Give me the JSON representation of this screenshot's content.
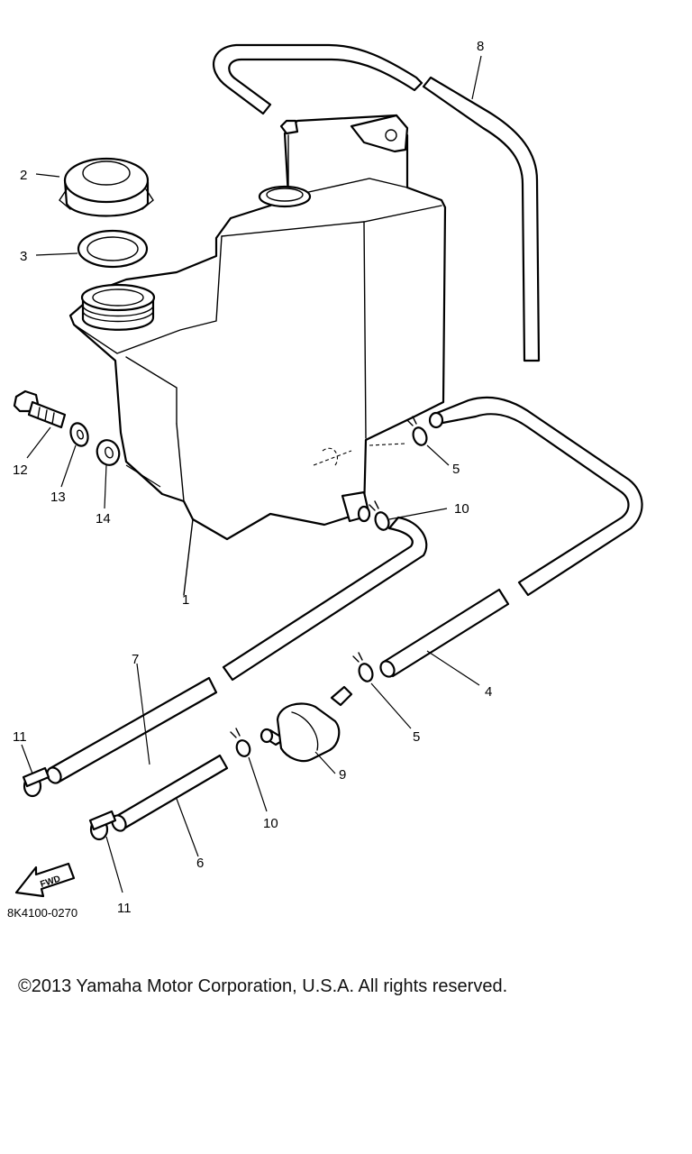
{
  "diagram": {
    "callouts": [
      {
        "id": "c1",
        "text": "1"
      },
      {
        "id": "c2",
        "text": "2"
      },
      {
        "id": "c3",
        "text": "3"
      },
      {
        "id": "c4",
        "text": "4"
      },
      {
        "id": "c5a",
        "text": "5"
      },
      {
        "id": "c5b",
        "text": "5"
      },
      {
        "id": "c6",
        "text": "6"
      },
      {
        "id": "c7",
        "text": "7"
      },
      {
        "id": "c8",
        "text": "8"
      },
      {
        "id": "c9",
        "text": "9"
      },
      {
        "id": "c10a",
        "text": "10"
      },
      {
        "id": "c10b",
        "text": "10"
      },
      {
        "id": "c11a",
        "text": "11"
      },
      {
        "id": "c11b",
        "text": "11"
      },
      {
        "id": "c12",
        "text": "12"
      },
      {
        "id": "c13",
        "text": "13"
      },
      {
        "id": "c14",
        "text": "14"
      }
    ],
    "fwd_label": "FWD",
    "drawing_code": "8K4100-0270"
  },
  "footer": {
    "copyright": "©2013 Yamaha Motor Corporation, U.S.A. All rights reserved."
  }
}
